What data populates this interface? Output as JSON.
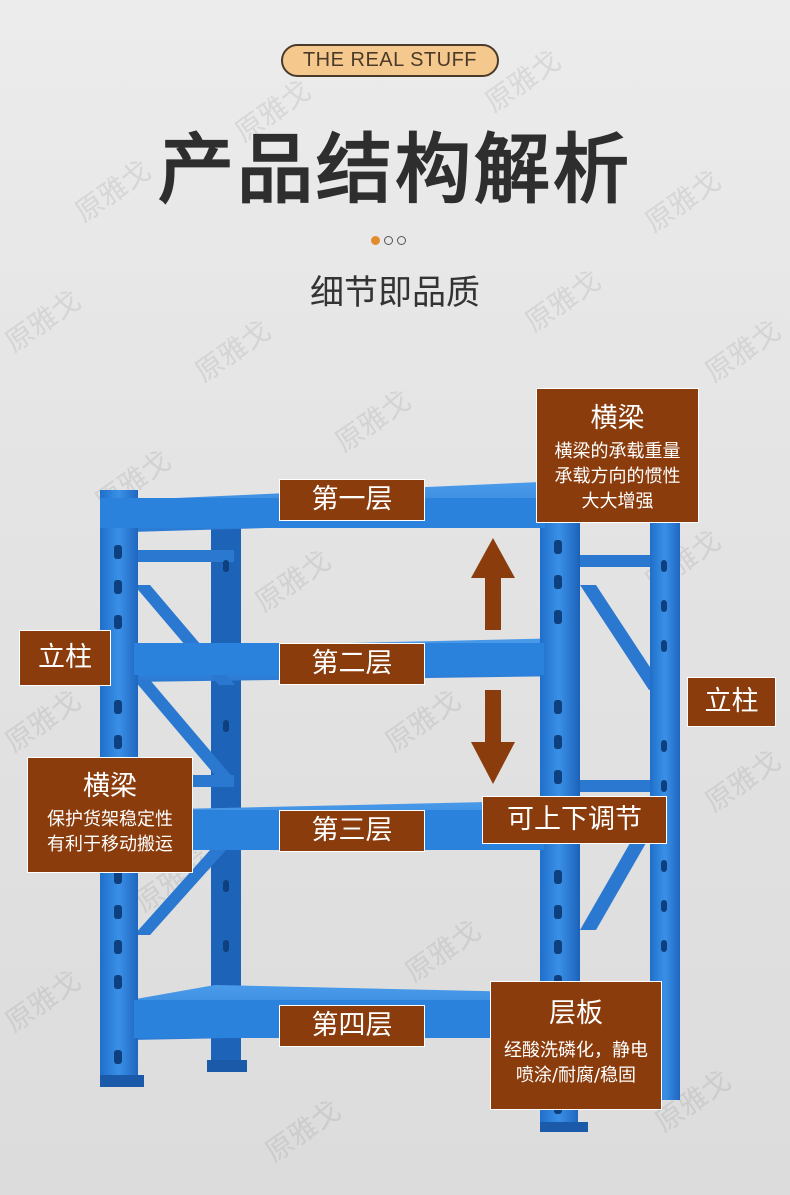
{
  "banner": "THE REAL STUFF",
  "title": "产品结构解析",
  "subtitle": "细节即品质",
  "watermark": "原雅戈",
  "colors": {
    "label_bg": "#8b3c0c",
    "rack_blue": "#2b7fd8",
    "rack_dark": "#1c5fb2",
    "pill_bg": "#f5c98d",
    "dot_active": "#e38a2c"
  },
  "tiers": [
    "第一层",
    "第二层",
    "第三层",
    "第四层"
  ],
  "callouts": {
    "crossbeam_top": {
      "title": "横梁",
      "lines": [
        "横梁的承载重量",
        "承载方向的惯性",
        "大大增强"
      ]
    },
    "post_left": "立柱",
    "post_right": "立柱",
    "crossbeam_left": {
      "title": "横梁",
      "lines": [
        "保护货架稳定性",
        "有利于移动搬运"
      ]
    },
    "adjustable": "可上下调节",
    "shelf_board": {
      "title": "层板",
      "lines": [
        "经酸洗磷化，静电",
        "喷涂/耐腐/稳固"
      ]
    }
  },
  "icons": [
    "arrow-up-icon",
    "arrow-down-icon"
  ]
}
